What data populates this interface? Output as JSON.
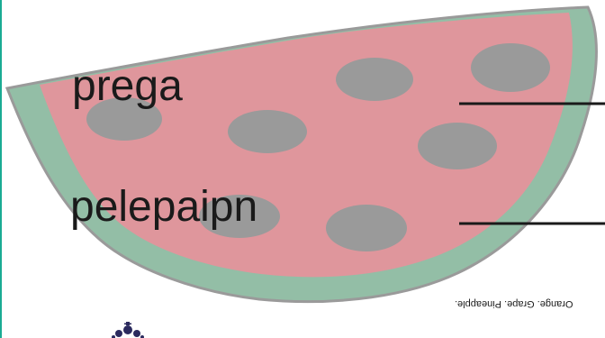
{
  "labels": {
    "word_1": "prega",
    "word_2": "pelepaipn"
  },
  "caption": "Orange. Grape. Pineapple.",
  "colors": {
    "rind": "#93bea6",
    "rind_outline": "#9a9a9a",
    "flesh": "#df969c",
    "seed": "#9a9a9a",
    "text": "#1a1a1a",
    "answer_line": "#1a1a1a",
    "left_border": "#1aab93",
    "crest": "#2b2a5e"
  },
  "icons": {
    "crest": "crest-logo"
  }
}
